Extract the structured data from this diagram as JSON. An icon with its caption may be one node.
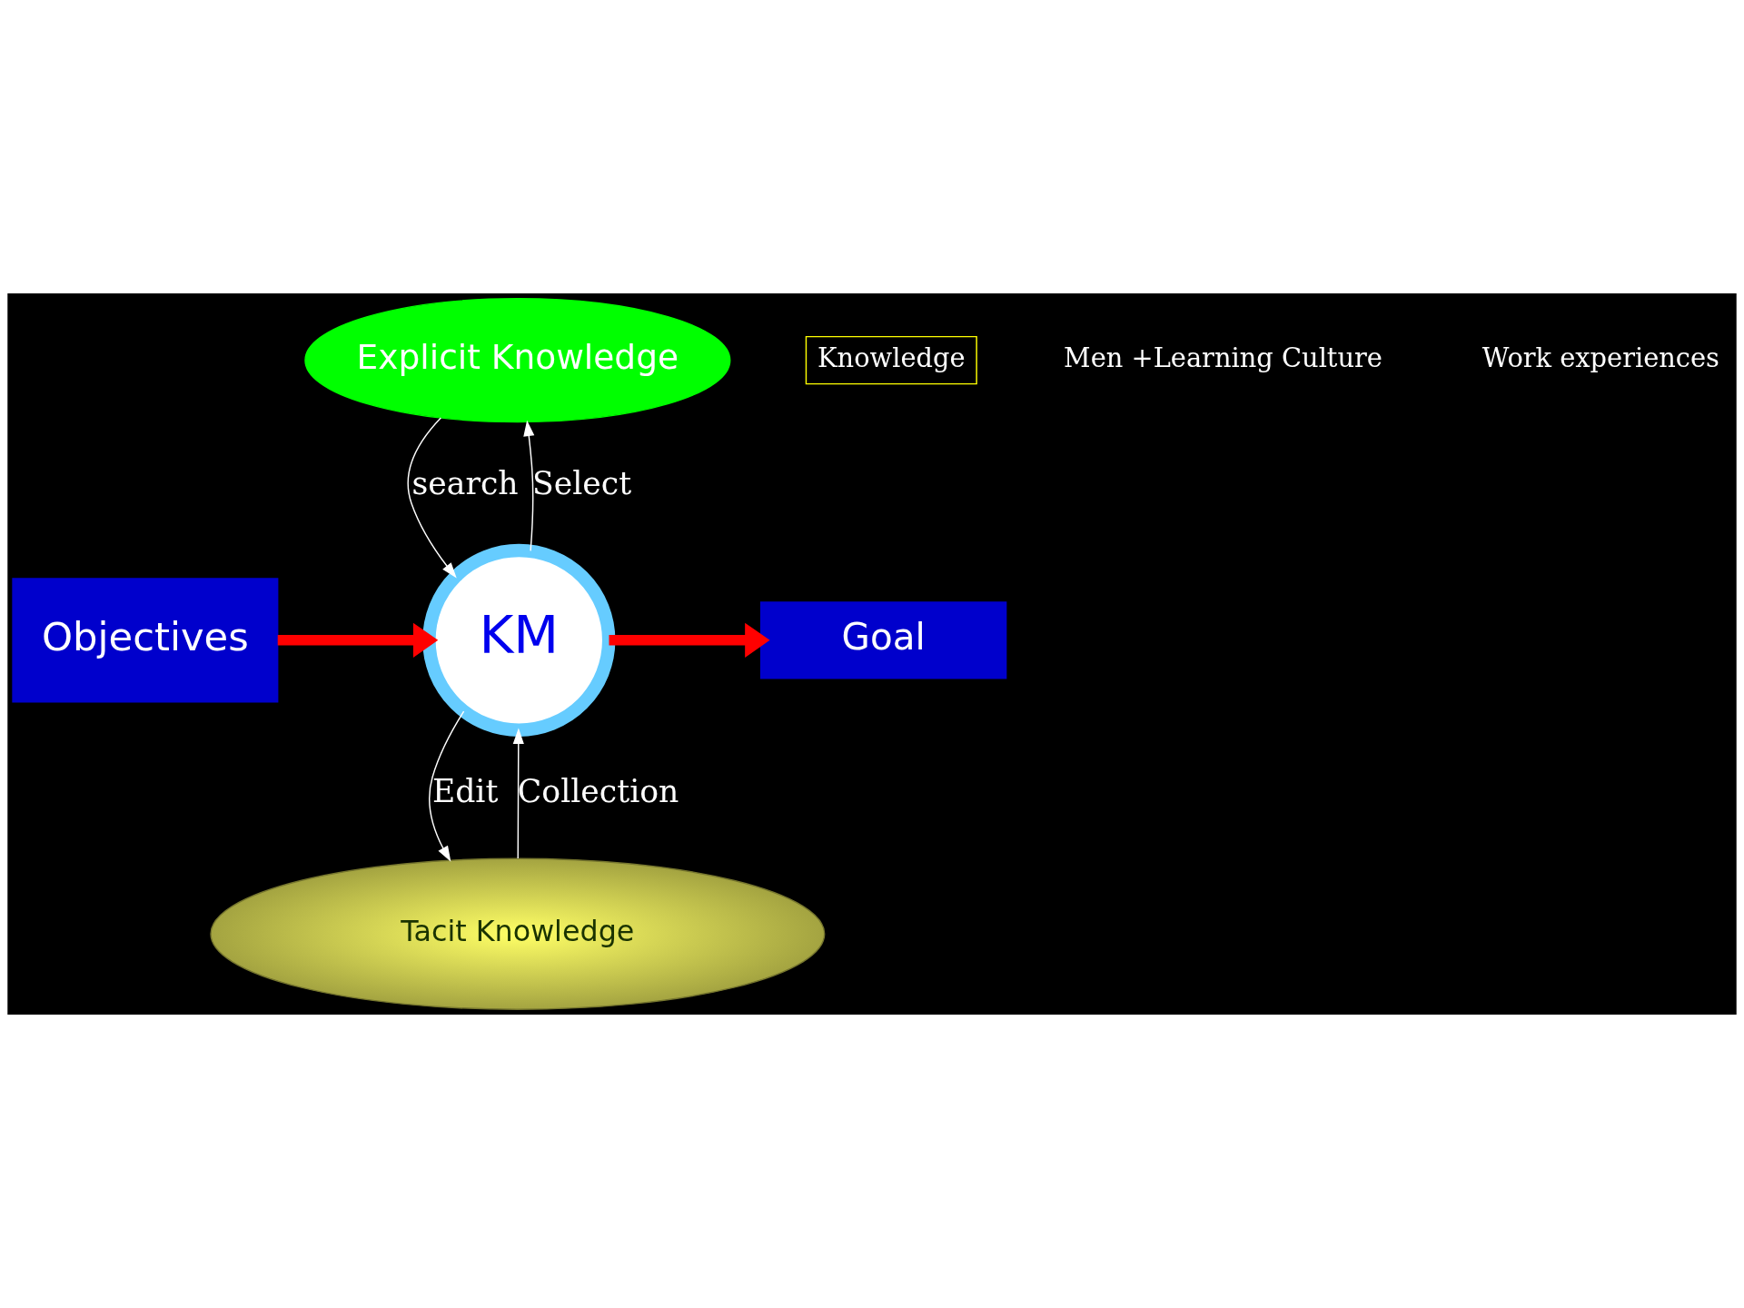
{
  "diagram": {
    "nodes": [
      {
        "text": [
          "Explicit Knowledge"
        ]
      },
      {
        "text": [
          "KM"
        ]
      },
      {
        "text": [
          "Objectives"
        ]
      },
      {
        "text": [
          "Goal"
        ]
      },
      {
        "text": [
          "Tacit Knowledge"
        ]
      }
    ],
    "edges": [
      {
        "from": 0,
        "to": 1,
        "arrow": "to",
        "label": "search"
      },
      {
        "from": 1,
        "to": 0,
        "arrow": "to",
        "label": "Select"
      },
      {
        "from": 2,
        "to": 1,
        "arrow": "to",
        "style": "thick",
        "color": "#ff0000"
      },
      {
        "from": 1,
        "to": 3,
        "arrow": "to",
        "style": "thick",
        "color": "#ff0000"
      },
      {
        "from": 1,
        "to": 4,
        "arrow": "to",
        "label": "Edit"
      },
      {
        "from": 4,
        "to": 1,
        "arrow": "to",
        "label": "Collection"
      }
    ],
    "labels": [
      "Knowledge",
      "Men +Learning Culture",
      "Work experiences"
    ]
  }
}
